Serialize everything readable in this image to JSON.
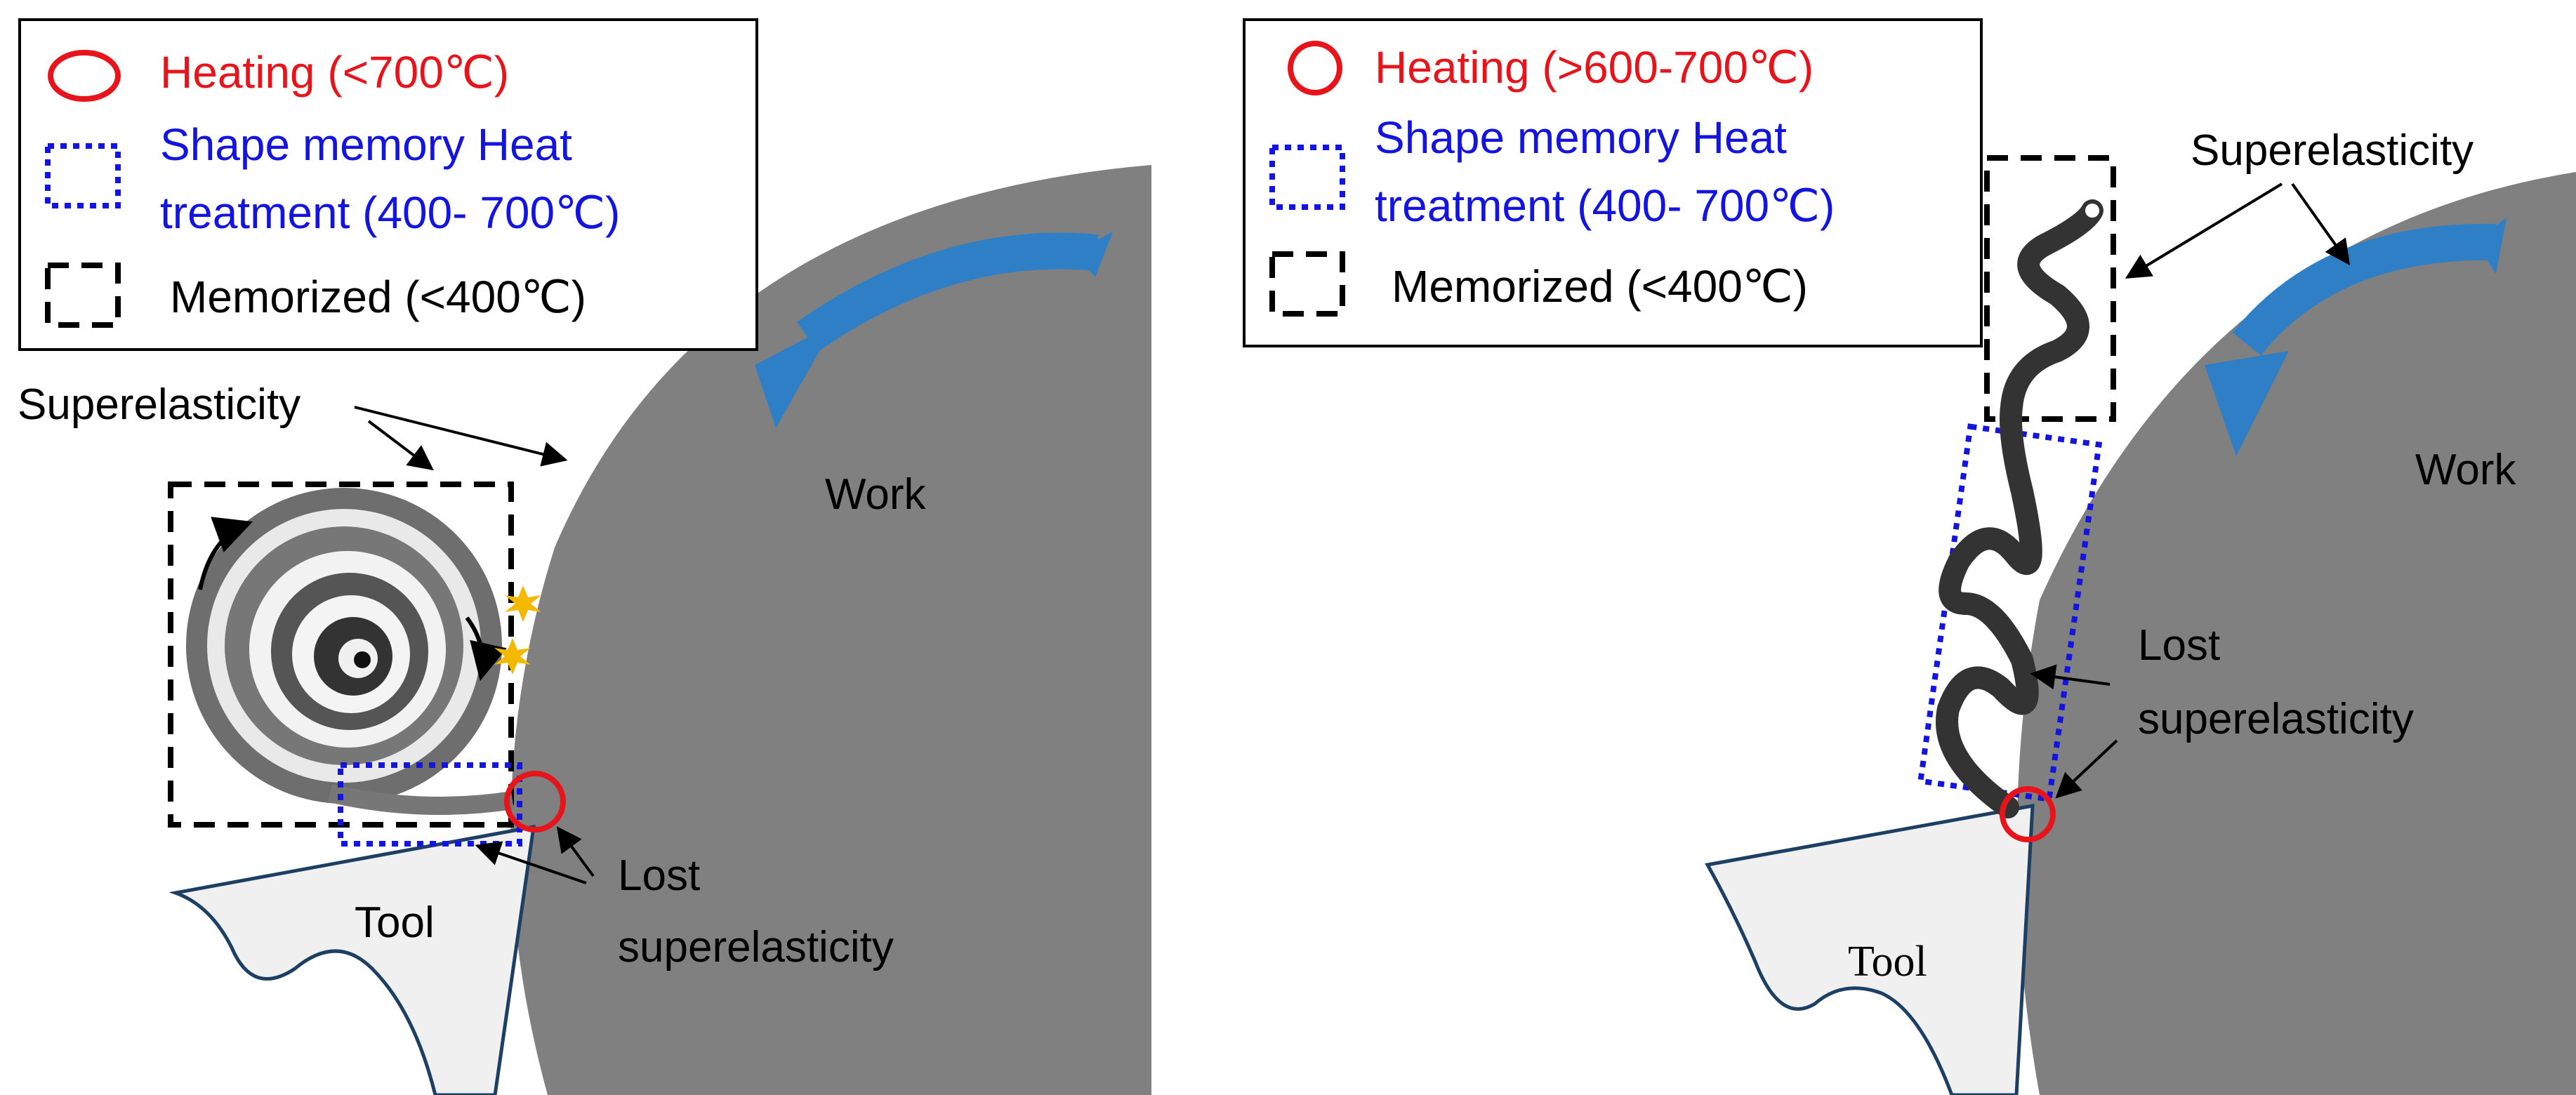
{
  "left_panel": {
    "legend": {
      "heating": "Heating  (<700℃)",
      "shape_memory_line1": "Shape memory Heat",
      "shape_memory_line2": "treatment (400- 700℃)",
      "memorized": "Memorized (<400℃)"
    },
    "label_superelasticity": "Superelasticity",
    "label_work": "Work",
    "label_tool": "Tool",
    "label_lost_line1": "Lost",
    "label_lost_line2": "superelasticity"
  },
  "right_panel": {
    "legend": {
      "heating": "Heating  (>600-700℃)",
      "shape_memory_line1": "Shape memory Heat",
      "shape_memory_line2": "treatment (400- 700℃)",
      "memorized": "Memorized (<400℃)"
    },
    "label_superelasticity": "Superelasticity",
    "label_work": "Work",
    "label_tool": "Tool",
    "label_lost_line1": "Lost",
    "label_lost_line2": "superelasticity"
  },
  "colors": {
    "heating": "#e8141b",
    "shape_memory": "#1414e0",
    "memorized": "#000000",
    "work": "#808080",
    "rotation_arrow": "#2f7fc6",
    "tool_fill": "#f0f0f0",
    "tool_outline": "#1c3f63",
    "spark": "#f5b800",
    "chip": "#333333"
  },
  "icons": {
    "rotation": "curved-arrow-icon",
    "spark": "spark-icon"
  }
}
